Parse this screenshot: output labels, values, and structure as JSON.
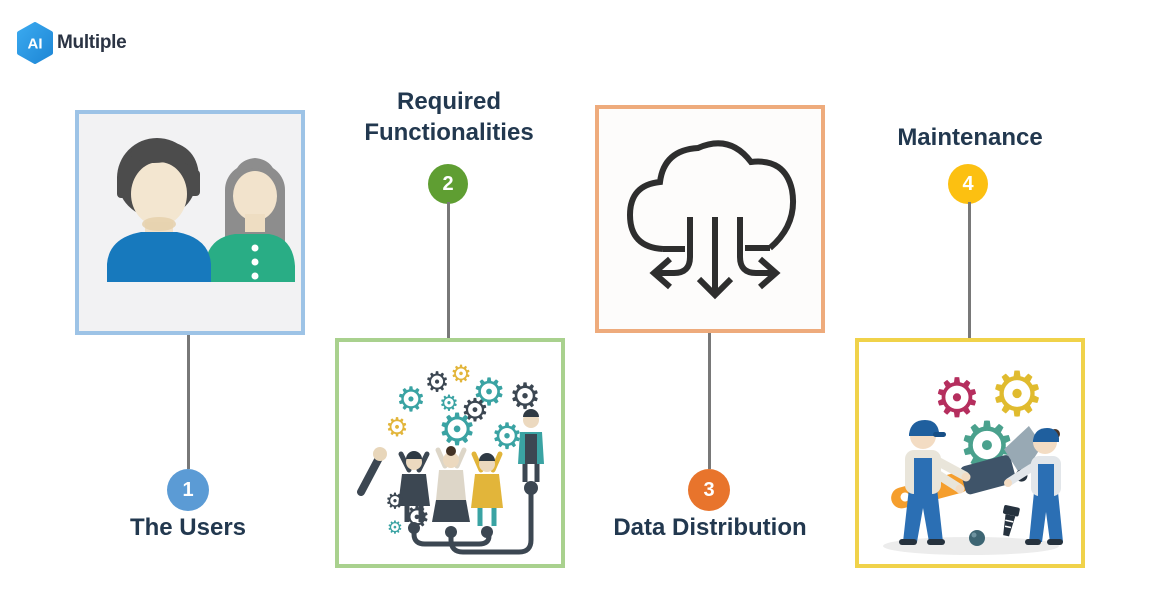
{
  "logo": {
    "badge": "AI",
    "name": "Multiple"
  },
  "colors": {
    "title_text": "#22384f",
    "connector": "#787878",
    "logo_hexagon": "#2e9be2"
  },
  "steps": [
    {
      "number": "1",
      "label": "The Users",
      "circle_color": "#5b9bd5",
      "border_color": "#9dc3e6",
      "illustration": "two-users"
    },
    {
      "number": "2",
      "label": "Required Functionalities",
      "circle_color": "#5f9e32",
      "border_color": "#a9d18e",
      "illustration": "team-building-gears"
    },
    {
      "number": "3",
      "label": "Data Distribution",
      "circle_color": "#e8742c",
      "border_color": "#eeab7c",
      "illustration": "cloud-distribution-arrows"
    },
    {
      "number": "4",
      "label": "Maintenance",
      "circle_color": "#fcc011",
      "border_color": "#f0d24a",
      "illustration": "workers-fixing-gears"
    }
  ]
}
